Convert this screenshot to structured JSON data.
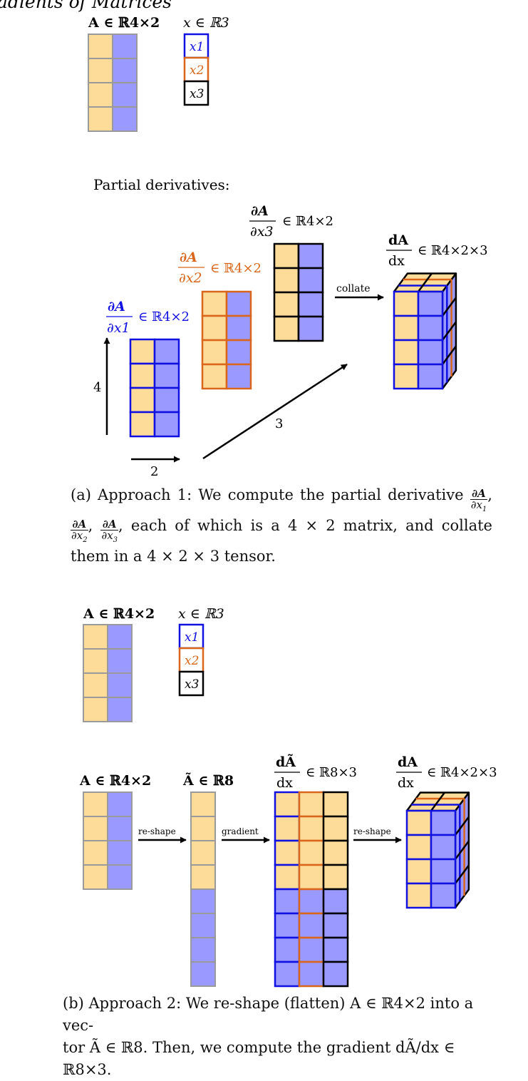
{
  "page": {
    "section_heading": "adients of Matrices"
  },
  "colors": {
    "yellow": "#fddc9a",
    "purple": "#9999ff",
    "gray": "#9a9a9a",
    "blue": "#1010e0",
    "orange": "#d9661a",
    "black": "#000000"
  },
  "figure_a": {
    "A_label": "A ∈ ℝ4×2",
    "x_label": "x ∈ ℝ3",
    "x_entries": [
      "x1",
      "x2",
      "x3"
    ],
    "partial_heading": "Partial derivatives:",
    "dA_dx1": {
      "num": "∂A",
      "den": "∂x1",
      "space": "∈ ℝ4×2"
    },
    "dA_dx2": {
      "num": "∂A",
      "den": "∂x2",
      "space": "∈ ℝ4×2"
    },
    "dA_dx3": {
      "num": "∂A",
      "den": "∂x3",
      "space": "∈ ℝ4×2"
    },
    "dA_dx": {
      "num": "dA",
      "den": "dx",
      "space": "∈ ℝ4×2×3"
    },
    "arrow_collate": "collate",
    "dim_4": "4",
    "dim_2": "2",
    "dim_3": "3"
  },
  "caption_a": {
    "prefix": "(a) Approach 1: We compute the partial derivative",
    "suffix": ", each of which is a 4 × 2 matrix, and collate them in a 4 × 2 × 3 tensor."
  },
  "figure_b": {
    "A_label": "A ∈ ℝ4×2",
    "x_label": "x ∈ ℝ3",
    "x_entries": [
      "x1",
      "x2",
      "x3"
    ],
    "A_label_2": "A ∈ ℝ4×2",
    "A_tilde_label": "Ã ∈ ℝ8",
    "dAt_dx": {
      "num": "dÃ",
      "den": "dx",
      "space": "∈ ℝ8×3"
    },
    "dA_dx": {
      "num": "dA",
      "den": "dx",
      "space": "∈ ℝ4×2×3"
    },
    "arrow_reshape_1": "re-shape",
    "arrow_gradient": "gradient",
    "arrow_reshape_2": "re-shape"
  },
  "caption_b": {
    "text": "(b) Approach 2: We re-shape (flatten) A ∈ ℝ4×2 into a vec-",
    "text_line2": "tor Ã ∈ ℝ8. Then, we compute the gradient dÃ/dx ∈ ℝ8×3."
  }
}
